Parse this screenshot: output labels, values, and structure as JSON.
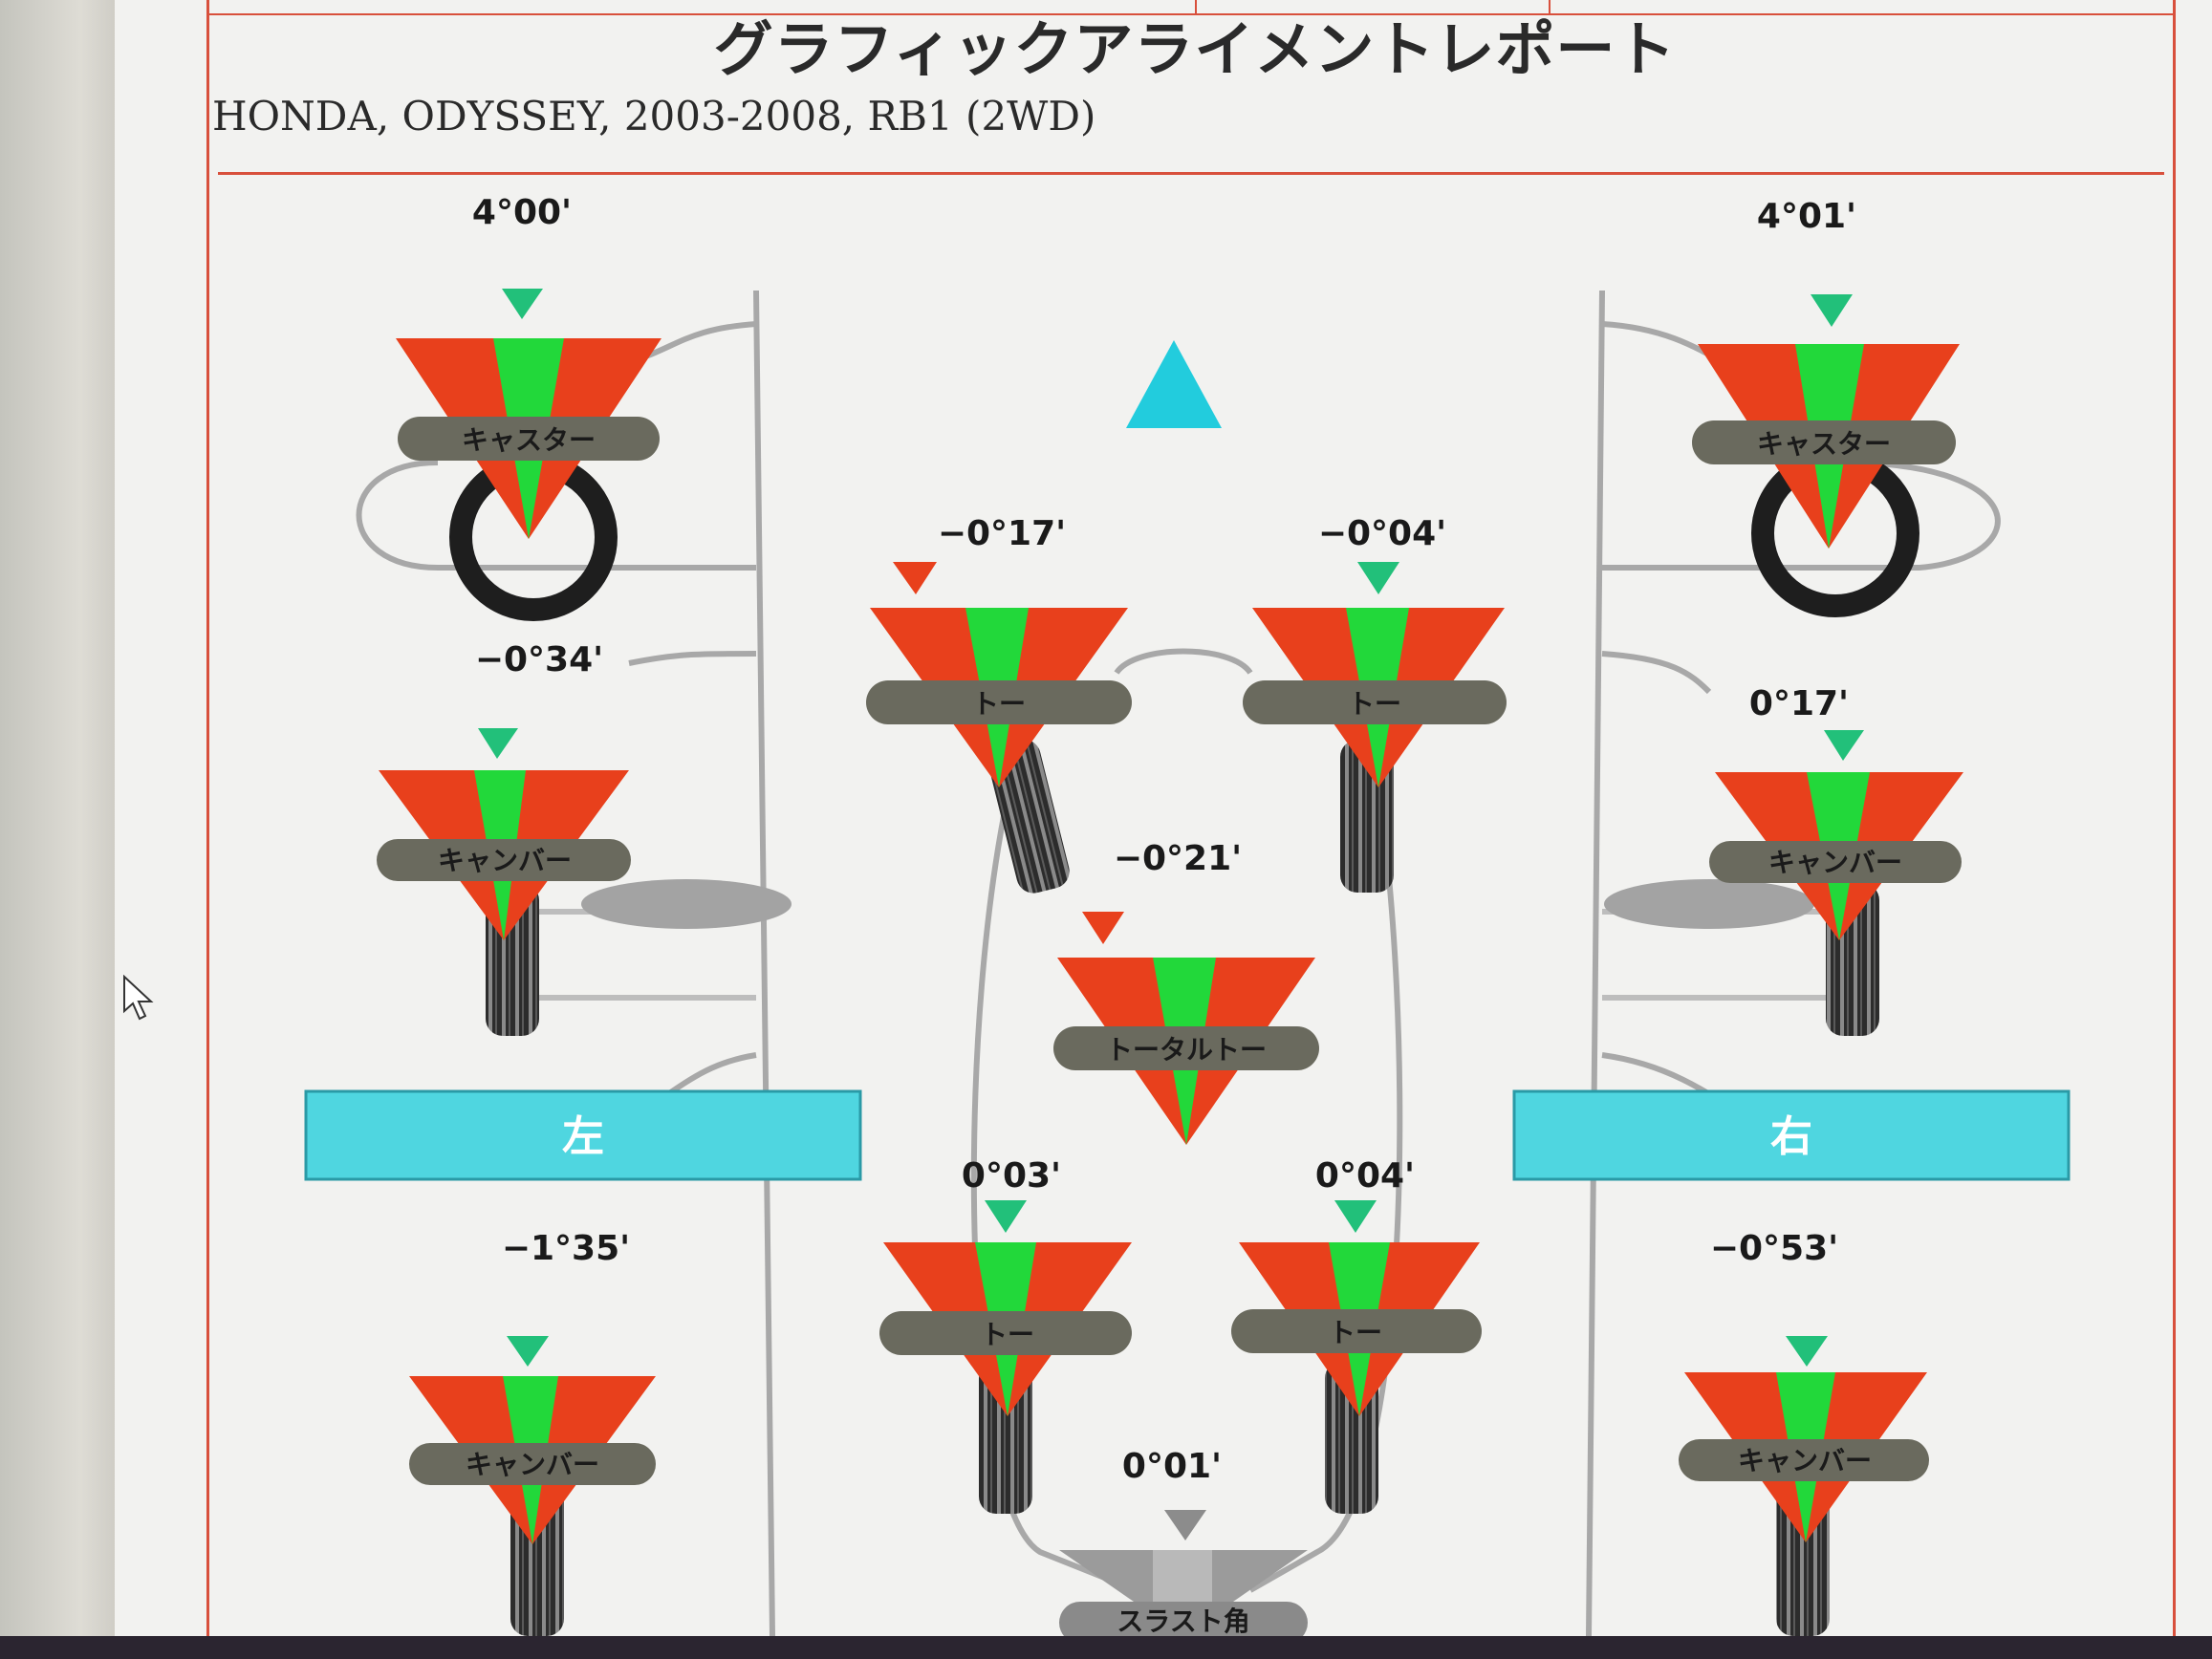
{
  "report": {
    "title": "グラフィックアライメントレポート",
    "vehicle": "HONDA, ODYSSEY, 2003-2008, RB1 (2WD)"
  },
  "colors": {
    "out_of_spec": "#e8401c",
    "in_spec": "#22d83a",
    "pointer": "#22c07a",
    "forward_arrow": "#22ccdd",
    "side_banner": "#4fd6e0",
    "pill": "#6a6a5e",
    "frame": "#d8503c"
  },
  "icons": {
    "forward": "triangle-up-icon",
    "pointer": "triangle-down-icon",
    "cursor": "mouse-pointer-icon"
  },
  "sides": {
    "left": "左",
    "right": "右"
  },
  "front_left": {
    "caster": {
      "label": "キャスター",
      "value": "4°00'"
    },
    "camber": {
      "label": "キャンバー",
      "value": "−0°34'"
    },
    "toe": {
      "label": "トー",
      "value": "−0°17'"
    }
  },
  "front_right": {
    "caster": {
      "label": "キャスター",
      "value": "4°01'"
    },
    "camber": {
      "label": "キャンバー",
      "value": "0°17'"
    },
    "toe": {
      "label": "トー",
      "value": "−0°04'"
    }
  },
  "front_total_toe": {
    "label": "トータルトー",
    "value": "−0°21'"
  },
  "rear_left": {
    "camber": {
      "label": "キャンバー",
      "value": "−1°35'"
    },
    "toe": {
      "label": "トー",
      "value": "0°03'"
    }
  },
  "rear_right": {
    "camber": {
      "label": "キャンバー",
      "value": "−0°53'"
    },
    "toe": {
      "label": "トー",
      "value": "0°04'"
    }
  },
  "thrust_angle": {
    "label": "スラスト角",
    "value": "0°01'"
  }
}
